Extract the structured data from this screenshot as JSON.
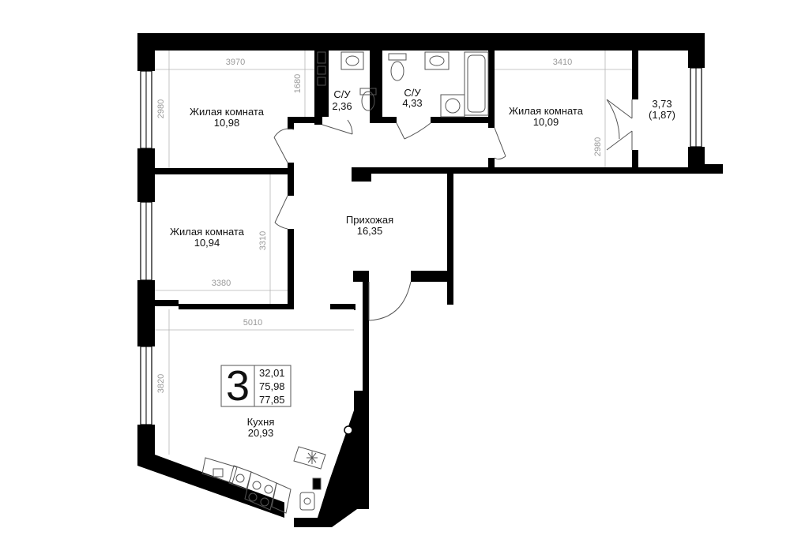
{
  "rooms": [
    {
      "name": "Жилая комната",
      "area": "10,98"
    },
    {
      "name": "С/У",
      "area": "2,36"
    },
    {
      "name": "С/У",
      "area": "4,33"
    },
    {
      "name": "Жилая комната",
      "area": "10,09"
    },
    {
      "name": "3,73",
      "area": "(1,87)"
    },
    {
      "name": "Жилая комната",
      "area": "10,94"
    },
    {
      "name": "Прихожая",
      "area": "16,35"
    },
    {
      "name": "Кухня",
      "area": "20,93"
    }
  ],
  "dimensions": [
    "3970",
    "1680",
    "2980",
    "3410",
    "2980",
    "3310",
    "3380",
    "5010",
    "3820"
  ],
  "summary": {
    "rooms_count": "3",
    "living_area": "32,01",
    "total_area": "75,98",
    "total_area_with_balcony": "77,85"
  }
}
